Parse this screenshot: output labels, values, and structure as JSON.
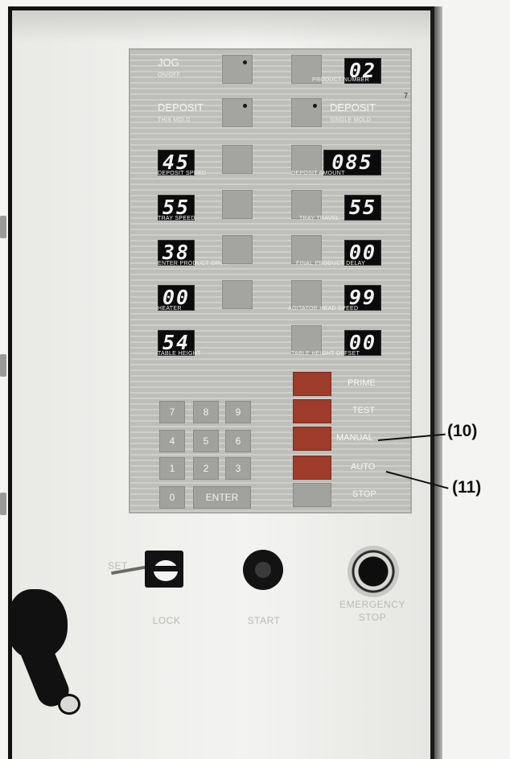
{
  "panel": {
    "rows": [
      {
        "left_title": "JOG",
        "left_caption": "ON/OFF",
        "right_display": "02",
        "right_caption": "PRODUCT NUMBER"
      },
      {
        "left_title": "DEPOSIT",
        "left_caption": "THIS MOLD",
        "right_title": "DEPOSIT",
        "right_caption": "SINGLE MOLD"
      },
      {
        "left_display": "45",
        "left_caption": "DEPOSIT SPEED",
        "right_display": "085",
        "right_caption": "DEPOSIT AMOUNT"
      },
      {
        "left_display": "55",
        "left_caption": "TRAY SPEED",
        "right_display": "55",
        "right_caption": "TRAY TRAVEL"
      },
      {
        "left_display": "38",
        "left_caption": "ENTER PRODUCT DRUM",
        "right_display": "00",
        "right_caption": "FINAL PRODUCT DELAY"
      },
      {
        "left_display": "00",
        "left_caption": "HEATER",
        "right_display": "99",
        "right_caption": "AGITATOR HEAD SPEED"
      },
      {
        "left_display": "54",
        "left_caption": "TABLE HEIGHT",
        "right_display": "00",
        "right_caption": "TABLE HEIGHT OFFSET"
      }
    ],
    "row7_marker": "7"
  },
  "keypad": {
    "keys": [
      "7",
      "8",
      "9",
      "4",
      "5",
      "6",
      "1",
      "2",
      "3",
      "0"
    ],
    "enter_label": "ENTER"
  },
  "function_keys": [
    "PRIME",
    "TEST",
    "MANUAL",
    "AUTO",
    "STOP"
  ],
  "callouts": [
    "(10)",
    "(11)"
  ],
  "controls": {
    "set_label": "SET",
    "lock_label": "LOCK",
    "start_label": "START",
    "emergency_label_1": "EMERGENCY",
    "emergency_label_2": "STOP"
  },
  "colors": {
    "panel": "#bdbdb9",
    "display_bg": "#0b0b0b",
    "function_key": "#9e3b2a"
  }
}
